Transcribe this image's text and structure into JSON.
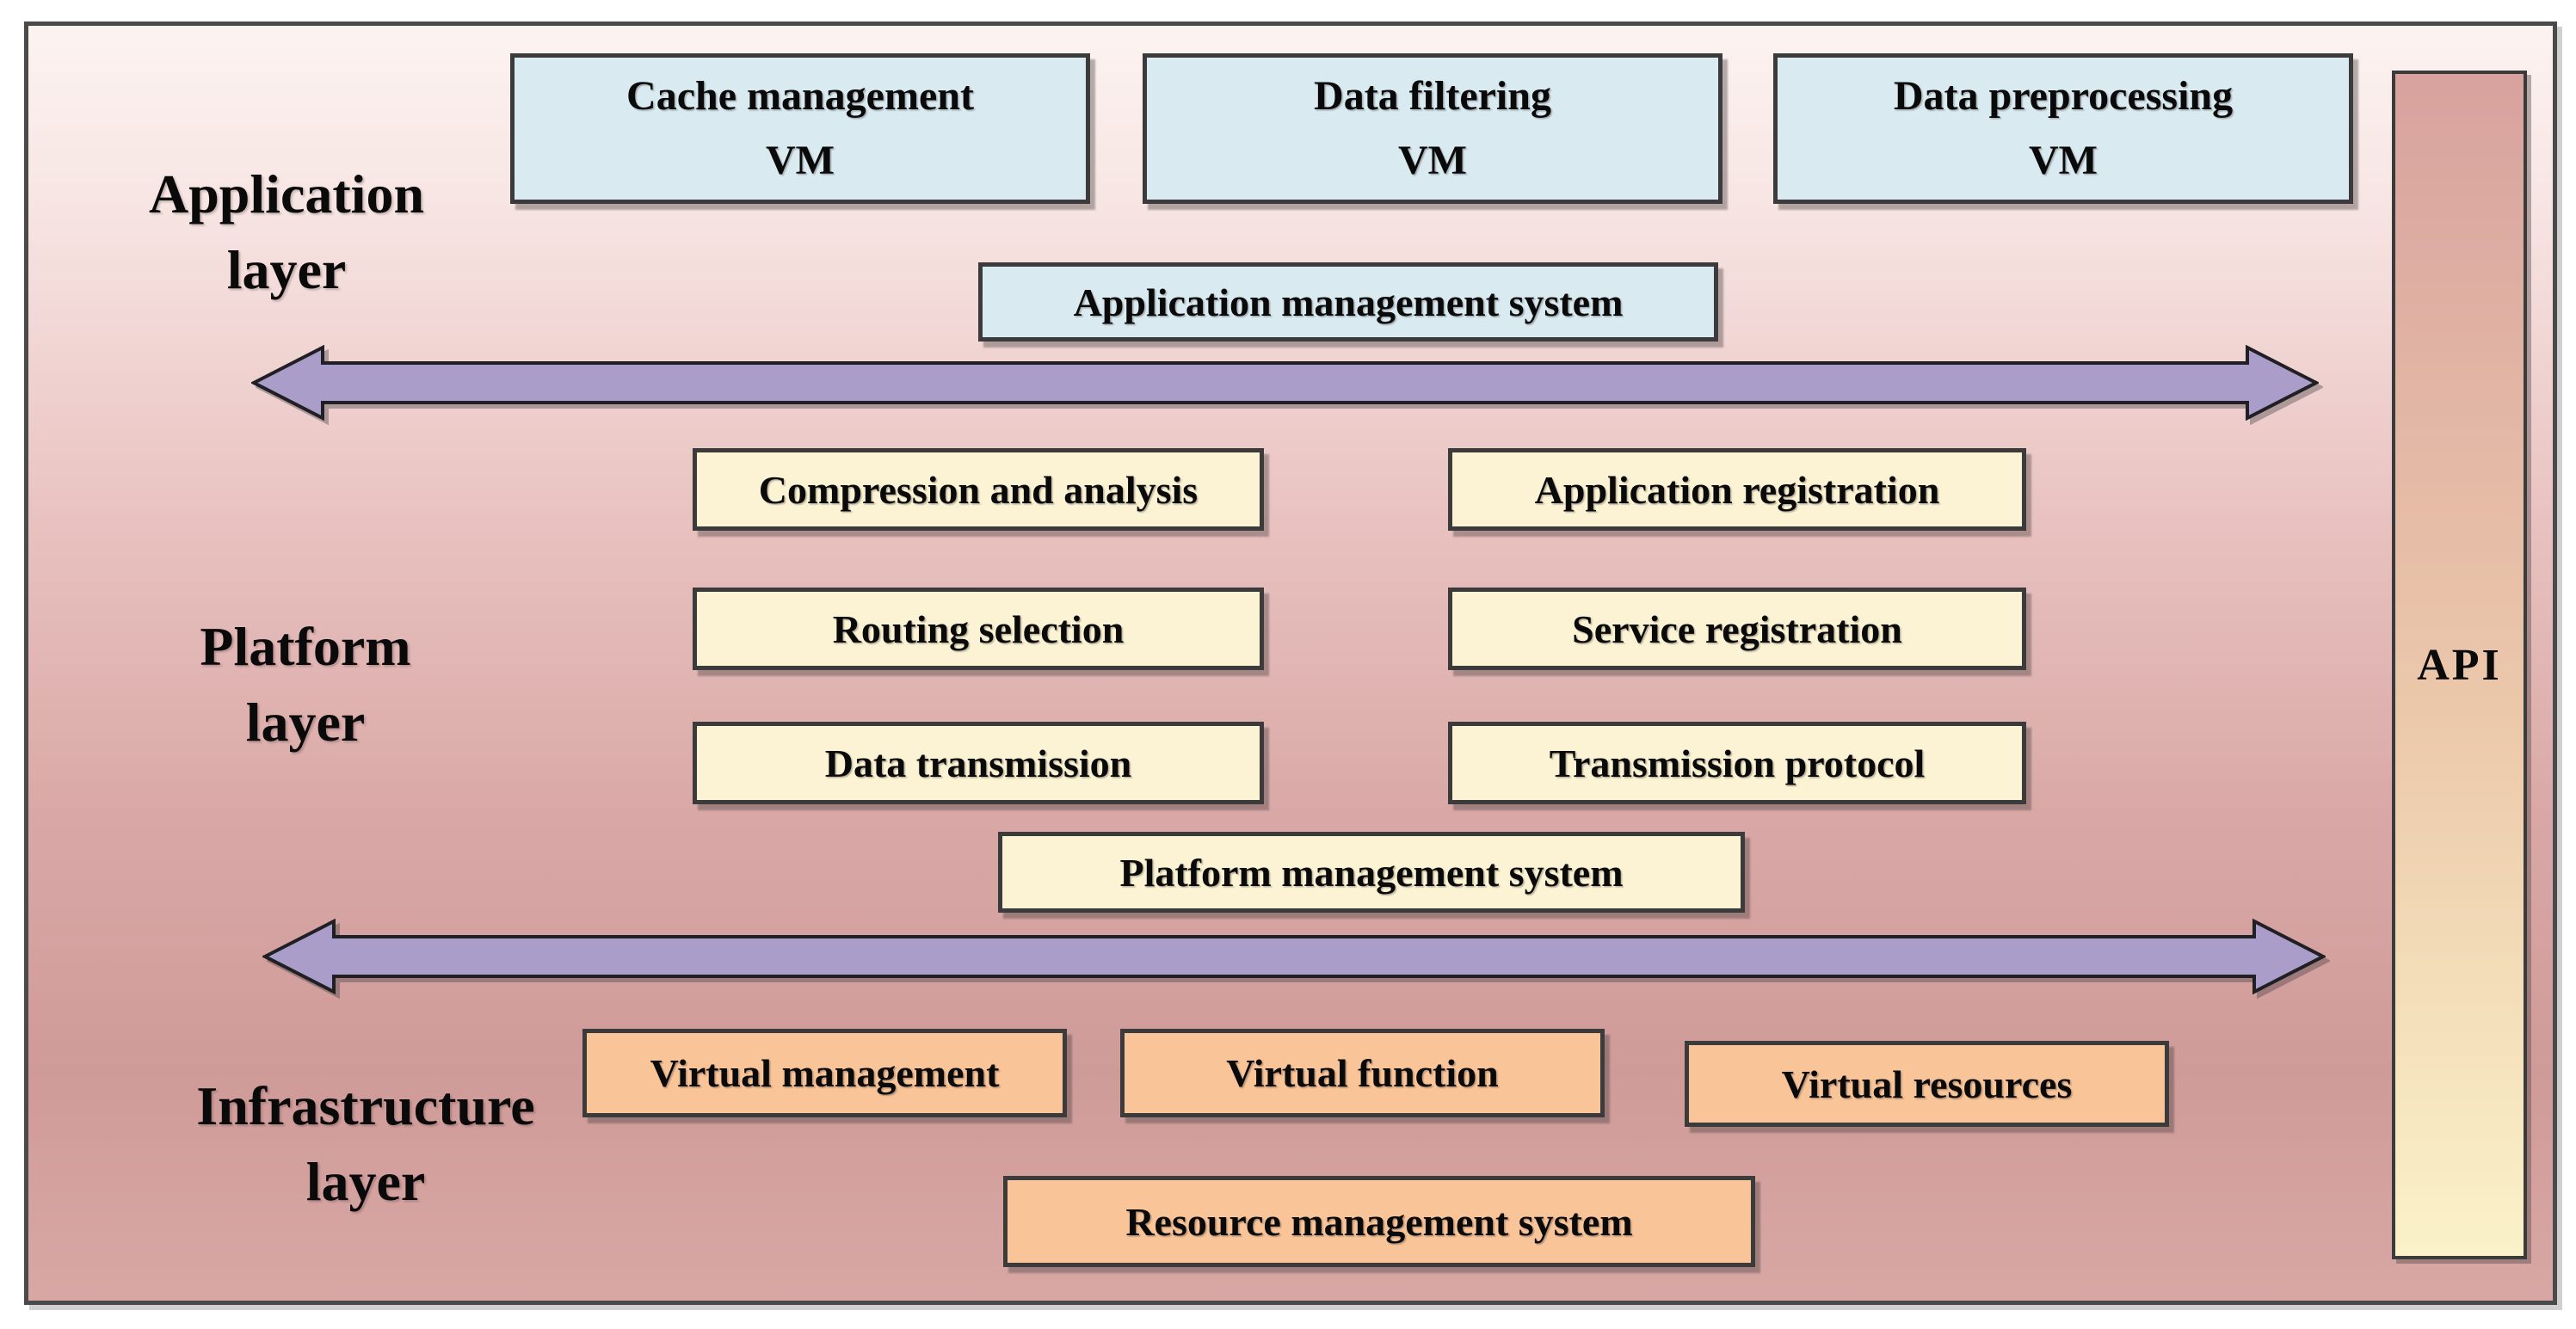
{
  "diagram": {
    "layers": {
      "application": {
        "label_lines": [
          "Application",
          "layer"
        ],
        "vm_boxes": [
          {
            "lines": [
              "Cache management",
              "VM"
            ]
          },
          {
            "lines": [
              "Data filtering",
              "VM"
            ]
          },
          {
            "lines": [
              "Data preprocessing",
              "VM"
            ]
          }
        ],
        "management_box": "Application management system"
      },
      "platform": {
        "label_lines": [
          "Platform",
          "layer"
        ],
        "left_boxes": [
          "Compression and analysis",
          "Routing selection",
          "Data transmission"
        ],
        "right_boxes": [
          "Application registration",
          "Service registration",
          "Transmission protocol"
        ],
        "management_box": "Platform management system"
      },
      "infrastructure": {
        "label_lines": [
          "Infrastructure",
          "layer"
        ],
        "boxes": [
          "Virtual management",
          "Virtual function",
          "Virtual resources"
        ],
        "management_box": "Resource management system"
      }
    },
    "api_bar": {
      "label": "API"
    },
    "arrows": [
      {
        "name": "application-platform-arrow",
        "type": "bidirectional-horizontal"
      },
      {
        "name": "platform-infrastructure-arrow",
        "type": "bidirectional-horizontal"
      }
    ],
    "colors": {
      "application_box_fill": "#d9eaf1",
      "platform_box_fill": "#fbf3d3",
      "infrastructure_box_fill": "#f8c498",
      "arrow_fill": "#ab9dc9",
      "box_border": "#3b3b3b",
      "api_bar_top": "#d8a29e",
      "api_bar_bottom": "#fbf2c8",
      "background_top": "#fcf3f1",
      "background_bottom": "#d8a7a4",
      "text": "#0a0a0a"
    }
  }
}
